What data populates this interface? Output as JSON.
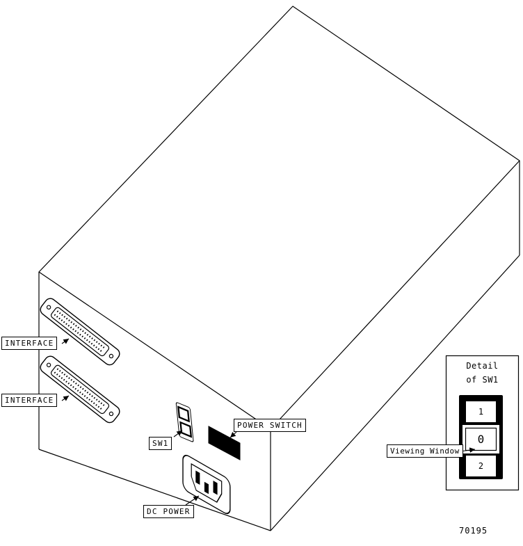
{
  "figure": {
    "number": "70195"
  },
  "callouts": {
    "interface_top": "INTERFACE",
    "interface_bottom": "INTERFACE",
    "sw1": "SW1",
    "power_switch": "POWER SWITCH",
    "dc_power": "DC POWER",
    "viewing_window": "Viewing Window"
  },
  "detail_inset": {
    "title_line1": "Detail",
    "title_line2": "of SW1",
    "switch_positions": [
      "1",
      "0",
      "2"
    ],
    "selected_position": "0"
  },
  "colors": {
    "line": "#000000",
    "background": "#ffffff",
    "switch_body": "#000000"
  }
}
